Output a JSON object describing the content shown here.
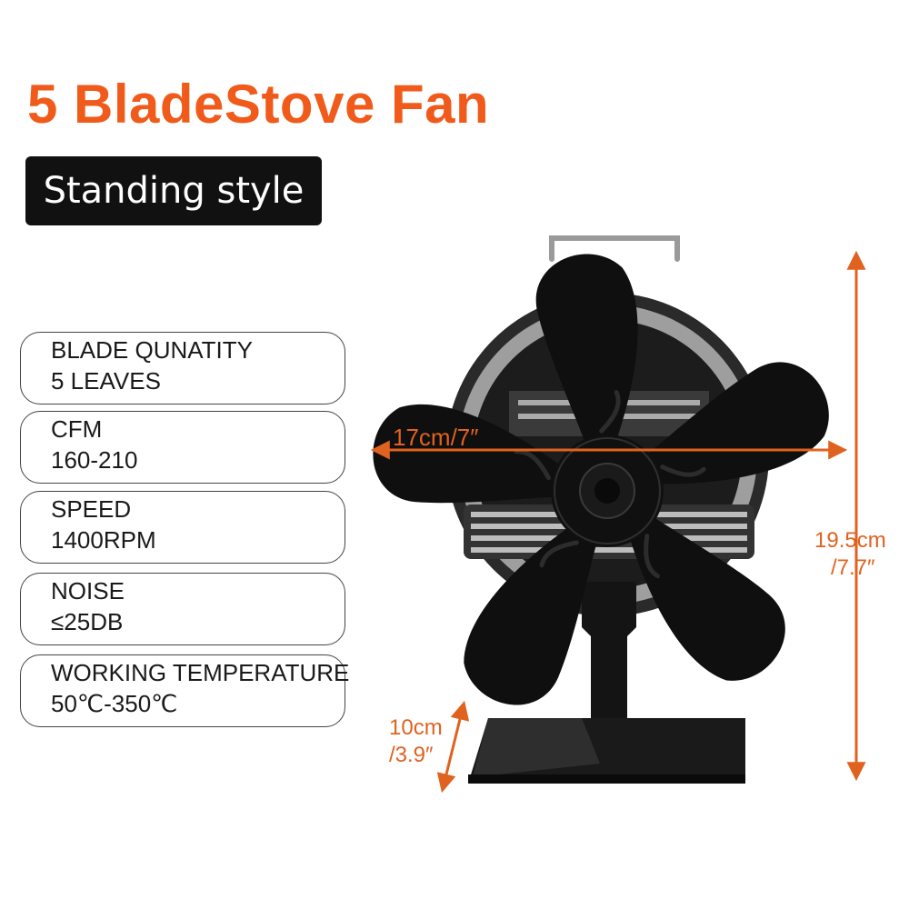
{
  "title": "5 BladeStove Fan",
  "badge": "Standing style",
  "specs": [
    {
      "label": "BLADE QUNATITY",
      "value": "5 LEAVES"
    },
    {
      "label": "CFM",
      "value": "160-210"
    },
    {
      "label": "SPEED",
      "value": " 1400RPM"
    },
    {
      "label": "NOISE",
      "value": "≤25DB"
    },
    {
      "label": "WORKING TEMPERATURE",
      "value": "50℃-350℃"
    }
  ],
  "dimensions": {
    "width": "17cm/7″",
    "height_cm": "19.5cm",
    "height_in": "/7.7″",
    "depth_cm": "10cm",
    "depth_in": "/3.9″"
  },
  "colors": {
    "accent": "#f05a1a",
    "dimension": "#e0621f",
    "fan": "#0f0f0f"
  }
}
